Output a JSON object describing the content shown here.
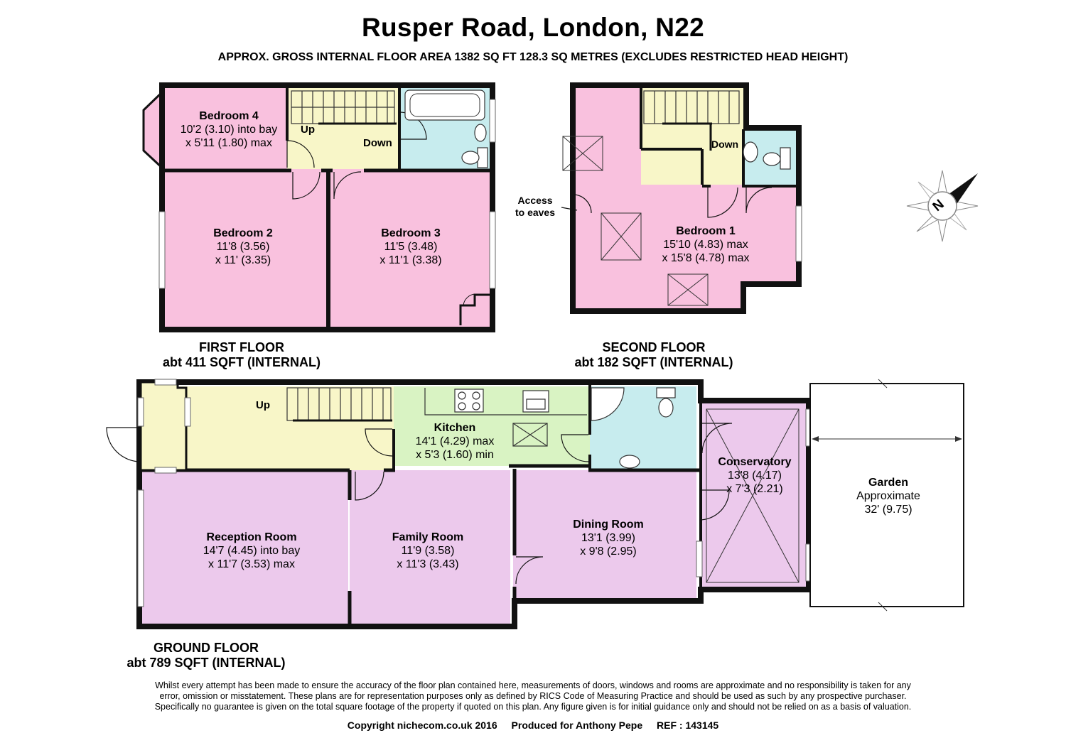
{
  "header": {
    "title": "Rusper Road, London, N22",
    "subtitle": "APPROX. GROSS INTERNAL FLOOR AREA 1382 SQ FT 128.3 SQ METRES (EXCLUDES RESTRICTED HEAD HEIGHT)"
  },
  "floors": {
    "first": {
      "name": "FIRST FLOOR",
      "area": "abt 411 SQFT (INTERNAL)"
    },
    "second": {
      "name": "SECOND FLOOR",
      "area": "abt 182 SQFT (INTERNAL)"
    },
    "ground": {
      "name": "GROUND FLOOR",
      "area": "abt 789 SQFT (INTERNAL)"
    }
  },
  "rooms": {
    "bedroom4": {
      "name": "Bedroom 4",
      "dim1": "10'2 (3.10) into bay",
      "dim2": "x 5'11 (1.80) max"
    },
    "bedroom2": {
      "name": "Bedroom 2",
      "dim1": "11'8 (3.56)",
      "dim2": "x 11' (3.35)"
    },
    "bedroom3": {
      "name": "Bedroom 3",
      "dim1": "11'5 (3.48)",
      "dim2": "x 11'1 (3.38)"
    },
    "bedroom1": {
      "name": "Bedroom 1",
      "dim1": "15'10 (4.83) max",
      "dim2": "x 15'8 (4.78) max"
    },
    "kitchen": {
      "name": "Kitchen",
      "dim1": "14'1 (4.29) max",
      "dim2": "x 5'3 (1.60) min"
    },
    "conservatory": {
      "name": "Conservatory",
      "dim1": "13'8 (4.17)",
      "dim2": "x 7'3 (2.21)"
    },
    "reception": {
      "name": "Reception Room",
      "dim1": "14'7 (4.45) into bay",
      "dim2": "x 11'7 (3.53) max"
    },
    "family": {
      "name": "Family Room",
      "dim1": "11'9 (3.58)",
      "dim2": "x 11'3 (3.43)"
    },
    "dining": {
      "name": "Dining Room",
      "dim1": "13'1 (3.99)",
      "dim2": "x 9'8 (2.95)"
    },
    "garden": {
      "name": "Garden",
      "dim1": "Approximate",
      "dim2": "32' (9.75)"
    }
  },
  "labels": {
    "up_first": "Up",
    "down_first": "Down",
    "down_second": "Down",
    "up_ground": "Up",
    "access_eaves_1": "Access",
    "access_eaves_2": "to eaves",
    "compass": "N"
  },
  "disclaimer": {
    "line1": "Whilst every attempt has been made to ensure the accuracy of the floor plan contained here, measurements of doors, windows and rooms are approximate and no responsibility is taken for any",
    "line2": "error, omission or misstatement. These plans are for representation purposes only as defined by RICS Code of Measuring Practice and should be used as such by any prospective purchaser.",
    "line3": "Specifically no guarantee is given on the total square footage of the property if quoted on this plan. Any figure given is for initial guidance only and should not be relied on as a basis of valuation."
  },
  "footer": {
    "copyright": "Copyright nichecom.co.uk 2016",
    "produced": "Produced for Anthony Pepe",
    "ref": "REF : 143145"
  },
  "colors": {
    "bedroom": "#f9c1de",
    "landing": "#f8f6c8",
    "bathroom": "#c7ecee",
    "kitchen": "#d9f3c3",
    "living": "#ecc9ec",
    "wall": "#111111"
  }
}
